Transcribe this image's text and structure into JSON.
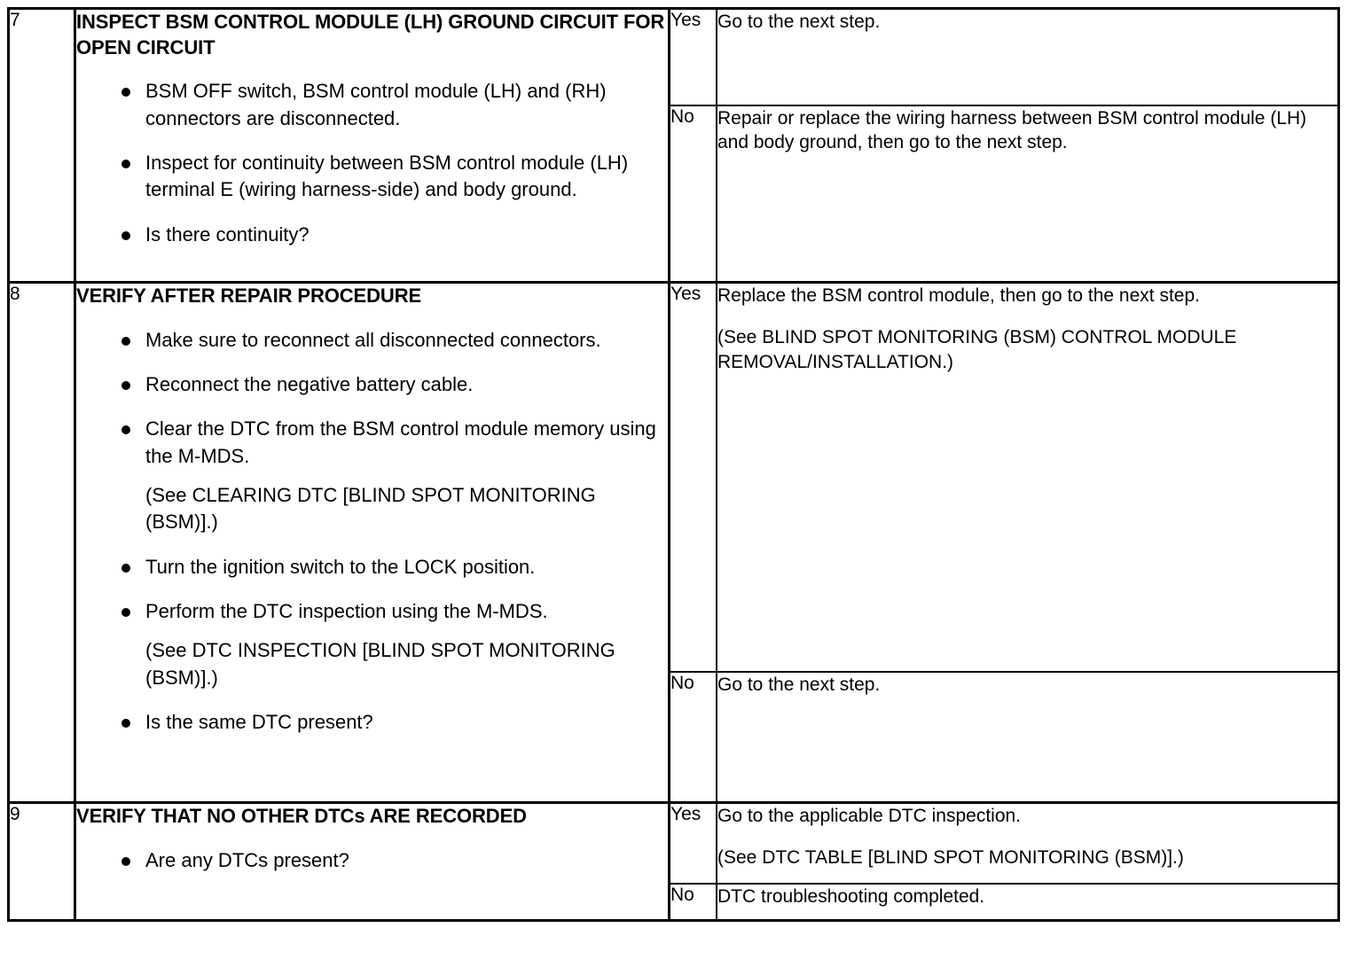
{
  "table": {
    "rows": [
      {
        "step": "7",
        "title": "INSPECT BSM CONTROL MODULE (LH) GROUND CIRCUIT FOR OPEN CIRCUIT",
        "bullets": [
          "BSM OFF switch, BSM control module (LH) and (RH) connectors are disconnected.",
          "Inspect for continuity between BSM control module (LH) terminal E (wiring harness-side) and body ground.",
          "Is there continuity?"
        ],
        "yes_label": "Yes",
        "yes_text": [
          "Go to the next step."
        ],
        "no_label": "No",
        "no_text": [
          "Repair or replace the wiring harness between BSM control module (LH) and body ground, then go to the next step."
        ]
      },
      {
        "step": "8",
        "title": "VERIFY AFTER REPAIR PROCEDURE",
        "bullets": [
          "Make sure to reconnect all disconnected connectors.",
          "Reconnect the negative battery cable.",
          "Clear the DTC from the BSM control module memory using the M-MDS.",
          "(See CLEARING DTC [BLIND SPOT MONITORING (BSM)].)",
          "Turn the ignition switch to the LOCK position.",
          "Perform the DTC inspection using the M-MDS.",
          "(See DTC INSPECTION [BLIND SPOT MONITORING (BSM)].)",
          "Is the same DTC present?"
        ],
        "yes_label": "Yes",
        "yes_text": [
          "Replace the BSM control module, then go to the next step.",
          "(See BLIND SPOT MONITORING (BSM) CONTROL MODULE REMOVAL/INSTALLATION.)"
        ],
        "no_label": "No",
        "no_text": [
          "Go to the next step."
        ]
      },
      {
        "step": "9",
        "title": "VERIFY THAT NO OTHER DTCs ARE RECORDED",
        "bullets": [
          "Are any DTCs present?"
        ],
        "yes_label": "Yes",
        "yes_text": [
          "Go to the applicable DTC inspection.",
          "(See DTC TABLE [BLIND SPOT MONITORING (BSM)].)"
        ],
        "no_label": "No",
        "no_text": [
          "DTC troubleshooting completed."
        ]
      }
    ]
  }
}
